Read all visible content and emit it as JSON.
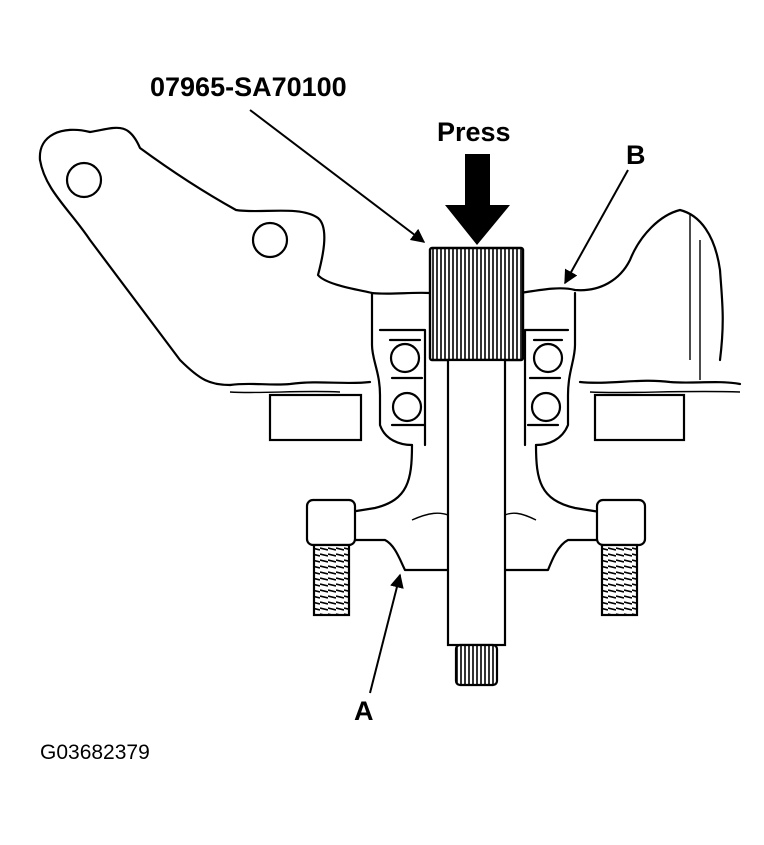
{
  "labels": {
    "tool_number": "07965-SA70100",
    "press": "Press",
    "callout_b": "B",
    "callout_a": "A",
    "figure_code": "G03682379"
  },
  "colors": {
    "ink": "#000000",
    "background": "#ffffff"
  }
}
